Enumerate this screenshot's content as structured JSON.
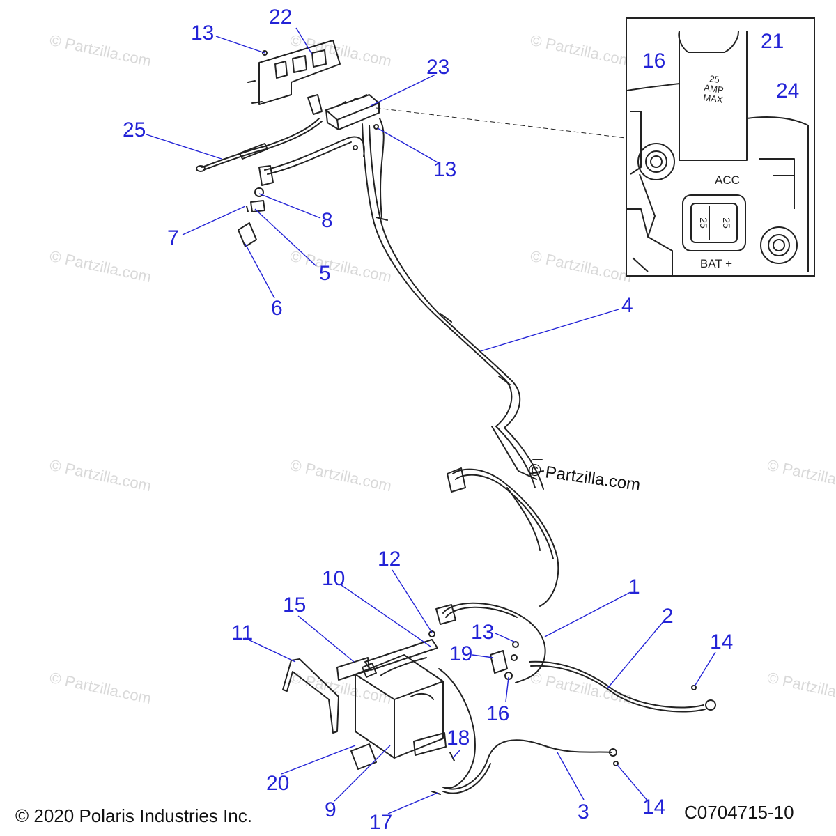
{
  "diagram": {
    "callouts": {
      "c1": "1",
      "c2": "2",
      "c3": "3",
      "c4": "4",
      "c5": "5",
      "c6": "6",
      "c7": "7",
      "c8": "8",
      "c9": "9",
      "c10": "10",
      "c11": "11",
      "c12": "12",
      "c13a": "13",
      "c13b": "13",
      "c13c": "13",
      "c14a": "14",
      "c14b": "14",
      "c15": "15",
      "c16a": "16",
      "c16b": "16",
      "c17": "17",
      "c18": "18",
      "c19": "19",
      "c20": "20",
      "c21": "21",
      "c22": "22",
      "c23": "23",
      "c24": "24",
      "c25": "25"
    },
    "inset_text": {
      "fuse_rating": "25",
      "fuse_amp": "AMP",
      "fuse_max": "MAX",
      "acc": "ACC",
      "fuse_a": "25",
      "fuse_b": "25",
      "bat": "BAT +"
    },
    "watermark": "© Partzilla.com",
    "center_mark": "© Partzilla.com",
    "copyright": "© 2020 Polaris Industries Inc.",
    "drawing_number": "C0704715-10",
    "colors": {
      "callout": "#2323d6",
      "line": "#222222",
      "watermark": "#d9d9d9"
    }
  }
}
